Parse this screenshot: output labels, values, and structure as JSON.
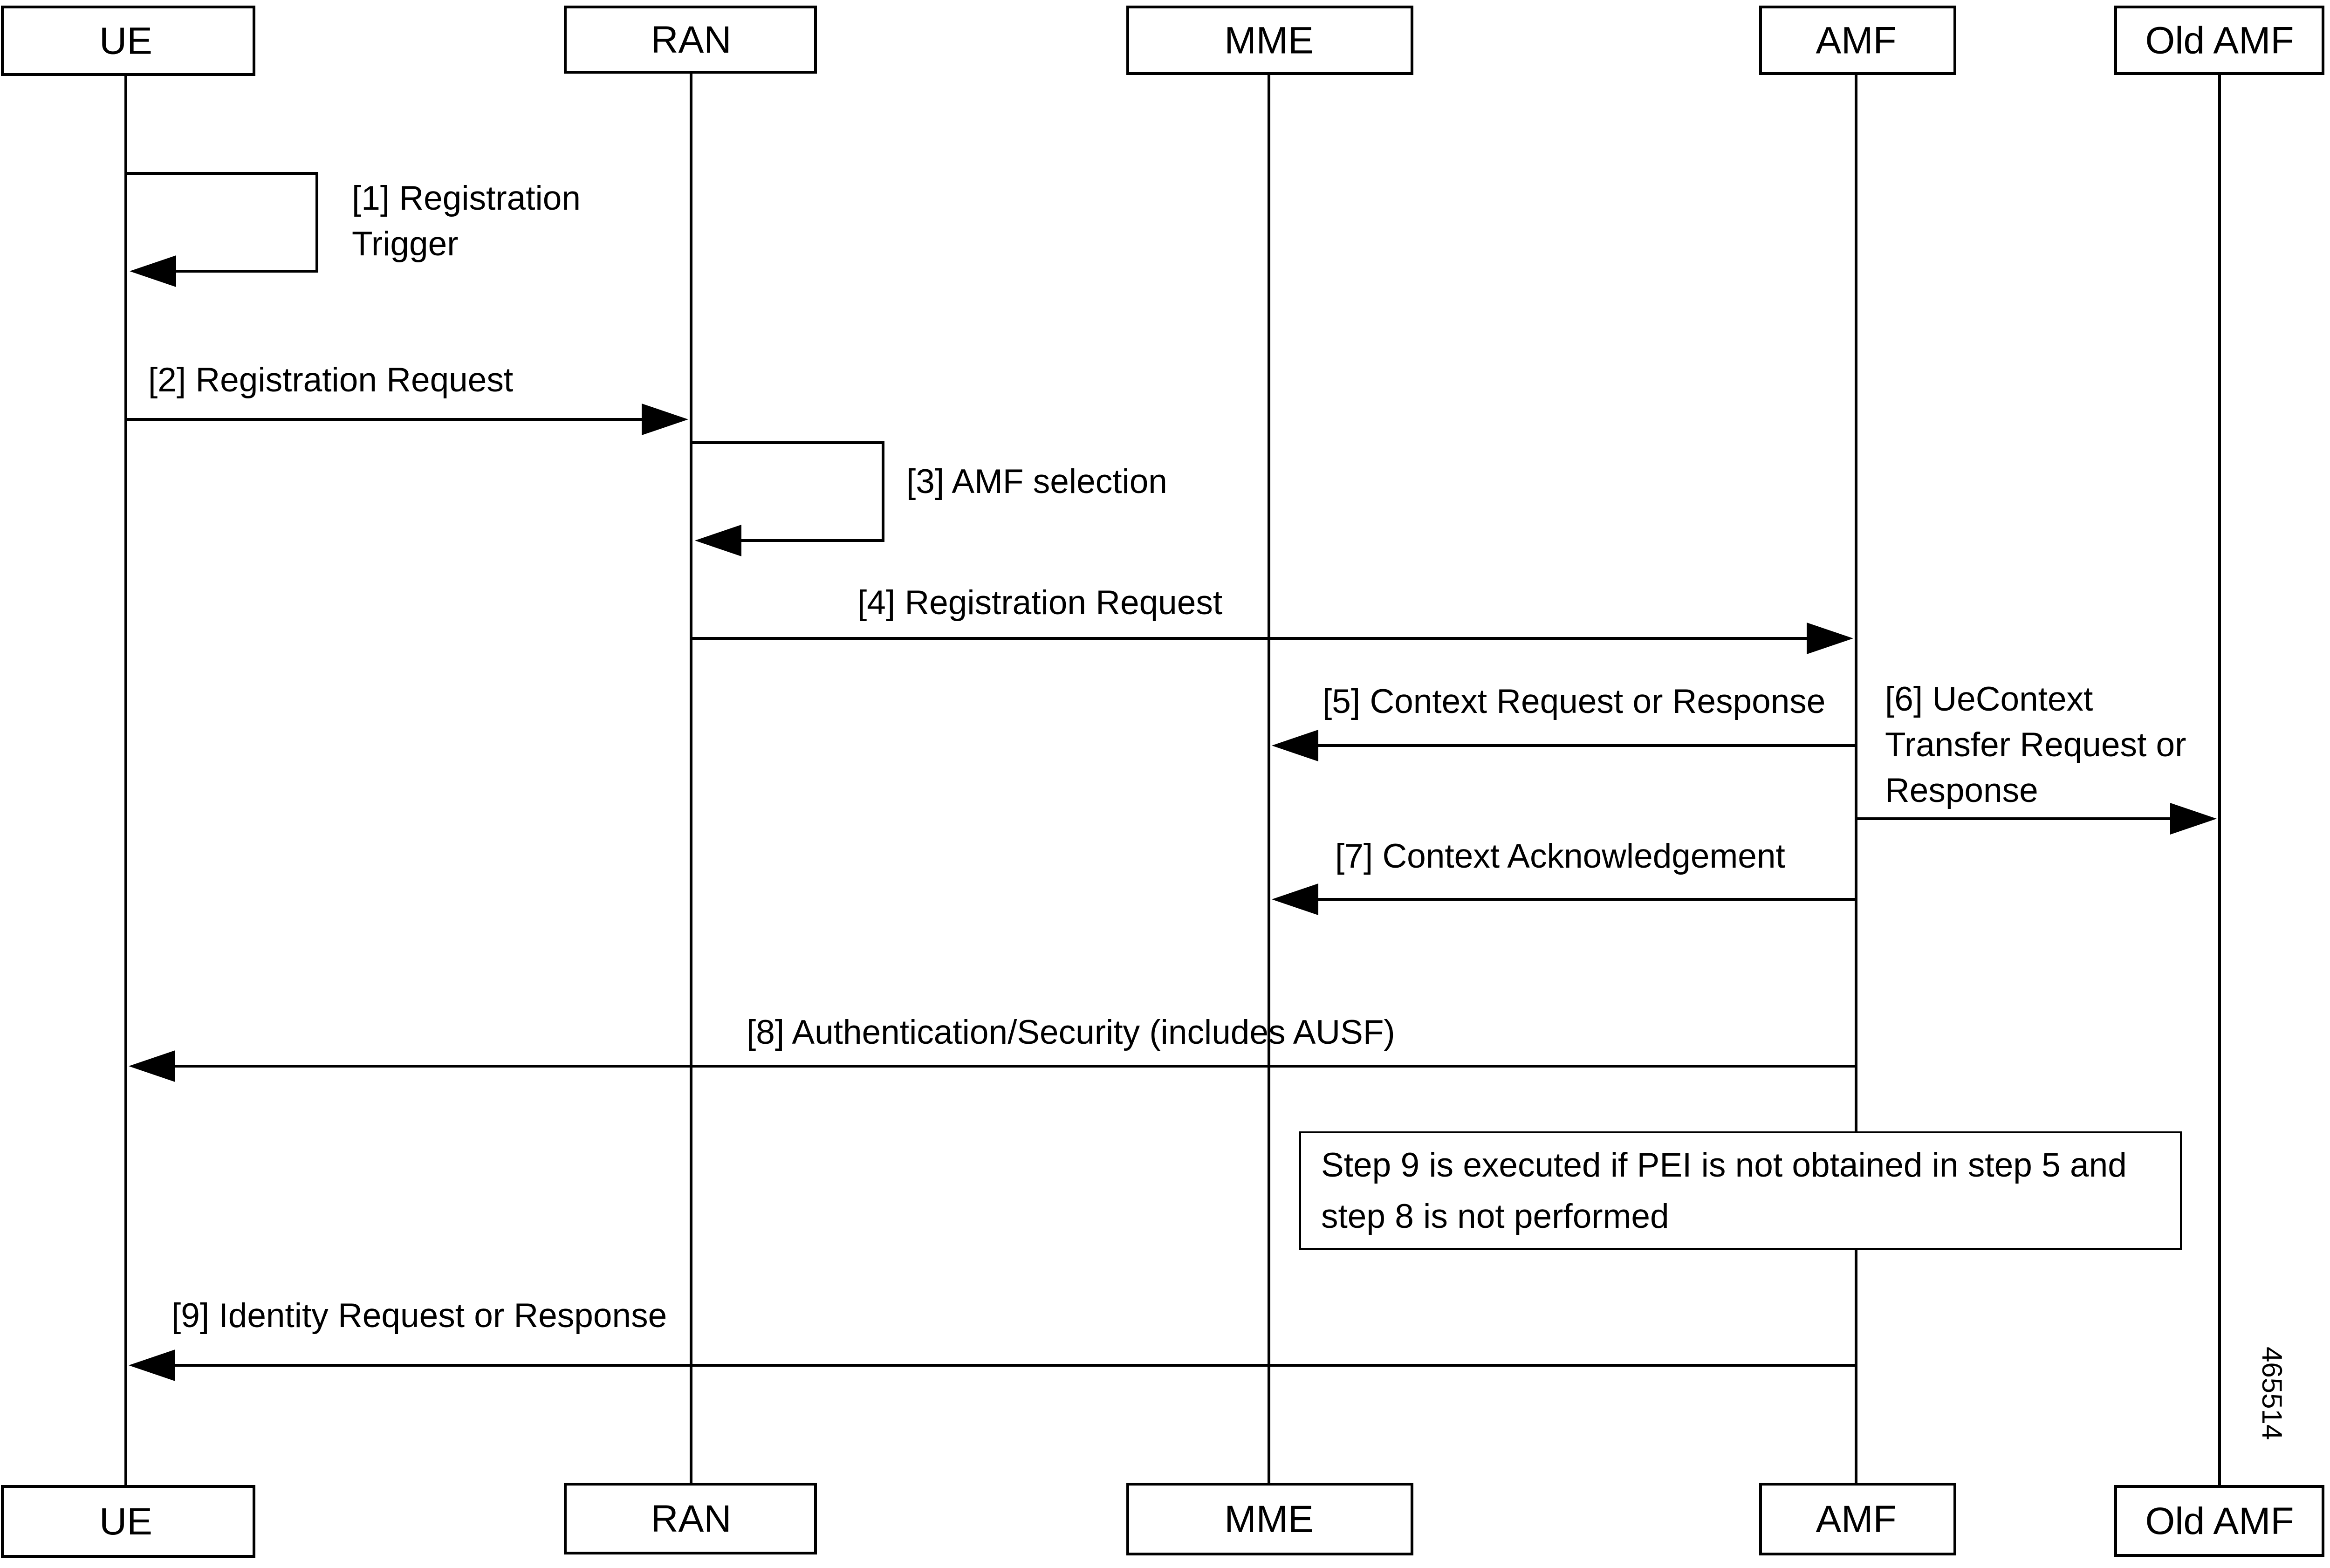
{
  "actors": [
    {
      "id": "ue",
      "label": "UE"
    },
    {
      "id": "ran",
      "label": "RAN"
    },
    {
      "id": "mme",
      "label": "MME"
    },
    {
      "id": "amf",
      "label": "AMF"
    },
    {
      "id": "old-amf",
      "label": "Old AMF"
    }
  ],
  "messages": [
    {
      "id": "m1",
      "lines": [
        "[1] Registration",
        "Trigger"
      ],
      "from": "UE",
      "to": "UE"
    },
    {
      "id": "m2",
      "lines": [
        "[2] Registration Request"
      ],
      "from": "UE",
      "to": "RAN"
    },
    {
      "id": "m3",
      "lines": [
        "[3] AMF selection"
      ],
      "from": "RAN",
      "to": "RAN"
    },
    {
      "id": "m4",
      "lines": [
        "[4] Registration Request"
      ],
      "from": "RAN",
      "to": "AMF"
    },
    {
      "id": "m5",
      "lines": [
        "[5] Context Request or Response"
      ],
      "from": "AMF",
      "to": "MME"
    },
    {
      "id": "m6",
      "lines": [
        "[6] UeContext",
        "Transfer Request or",
        "Response"
      ],
      "from": "AMF",
      "to": "Old AMF"
    },
    {
      "id": "m7",
      "lines": [
        "[7] Context Acknowledgement"
      ],
      "from": "AMF",
      "to": "MME"
    },
    {
      "id": "m8",
      "lines": [
        "[8] Authentication/Security (includes AUSF)"
      ],
      "from": "AMF",
      "to": "UE"
    },
    {
      "id": "m9",
      "lines": [
        "[9] Identity Request or Response"
      ],
      "from": "AMF",
      "to": "UE"
    }
  ],
  "note": {
    "lines": [
      "Step 9 is executed if PEI is not obtained in step 5 and",
      "step 8 is not performed"
    ]
  },
  "figure_id": "465514"
}
